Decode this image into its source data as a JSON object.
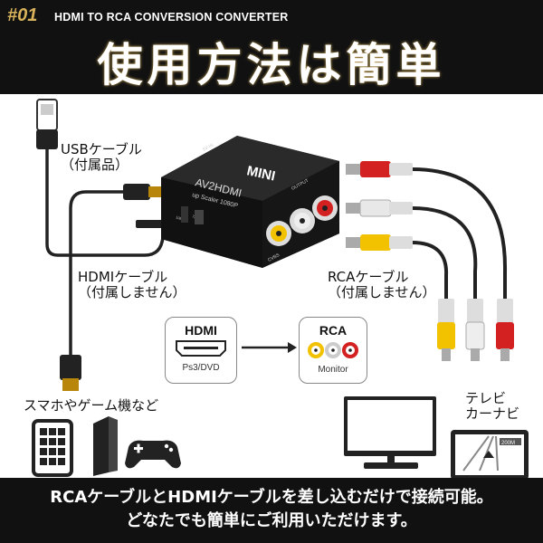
{
  "header": {
    "number": "#01",
    "subtitle": "HDMI TO RCA CONVERSION CONVERTER",
    "title": "使用方法は簡単"
  },
  "device": {
    "brand": "MINI",
    "model": "AV2HDMI",
    "spec": "up Scaler 1080P",
    "port_label_power": "5V-IN",
    "port_label_output": "OUTPUT",
    "port_label_cvbs": "CVBS",
    "switch_labels": [
      "1080P",
      "720P"
    ]
  },
  "labels": {
    "usb": [
      "USBケーブル",
      "（付属品）"
    ],
    "hdmi": [
      "HDMIケーブル",
      "（付属しません）"
    ],
    "rca": [
      "RCAケーブル",
      "（付属しません）"
    ],
    "devices": "スマホやゲーム機など",
    "tv": [
      "テレビ",
      "カーナビ"
    ]
  },
  "hdmi_box": {
    "title": "HDMI",
    "sub": "Ps3/DVD"
  },
  "rca_box": {
    "title": "RCA",
    "sub": "Monitor"
  },
  "navi_scale": "200M",
  "footer": {
    "line1": "RCAケーブルとHDMIケーブルを差し込むだけで接続可能。",
    "line2": "どなたでも簡単にご利用いただけます。"
  },
  "colors": {
    "gold": "#d7b25a",
    "rca_red": "#d32020",
    "rca_white": "#e8e8e8",
    "rca_yellow": "#f2c200"
  }
}
